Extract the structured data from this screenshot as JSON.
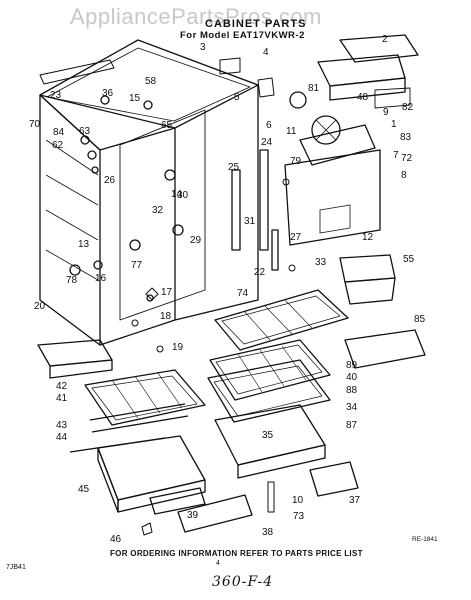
{
  "watermark": "AppliancePartsPros.com",
  "title": "CABINET PARTS",
  "model_line": "For Model EAT17VKWR-2",
  "footer_note": "FOR ORDERING INFORMATION REFER TO PARTS PRICE LIST",
  "page_number": "4",
  "catalog_code": "7JB41",
  "revision_ref": "RE-1841",
  "handwritten_note": "360-F-4",
  "callouts": [
    "1",
    "2",
    "3",
    "4",
    "5",
    "6",
    "7",
    "8",
    "9",
    "10",
    "11",
    "12",
    "13",
    "14",
    "15",
    "16",
    "17",
    "18",
    "19",
    "20",
    "22",
    "23",
    "24",
    "25",
    "26",
    "27",
    "29",
    "30",
    "31",
    "32",
    "33",
    "34",
    "35",
    "36",
    "37",
    "38",
    "39",
    "40",
    "41",
    "42",
    "43",
    "44",
    "45",
    "46",
    "48",
    "55",
    "58",
    "62",
    "63",
    "65",
    "70",
    "72",
    "73",
    "74",
    "77",
    "78",
    "79",
    "81",
    "82",
    "83",
    "84",
    "85",
    "87",
    "88",
    "89"
  ]
}
